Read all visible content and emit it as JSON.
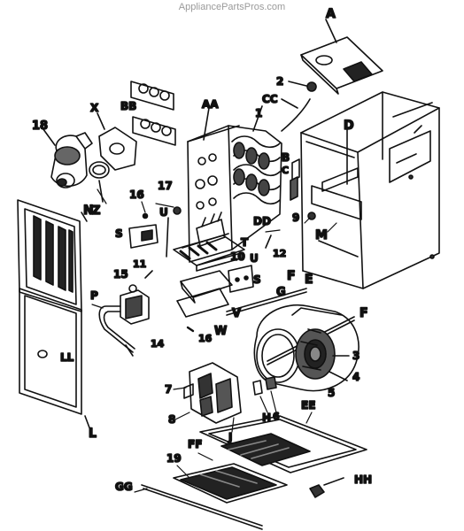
{
  "watermark": "AppliancePartsPros.com",
  "labels": {
    "A": "A",
    "2": "2",
    "CC": "CC",
    "AA": "AA",
    "BB": "BB",
    "X": "X",
    "18": "18",
    "Z": "Z",
    "1": "1",
    "D": "D",
    "B": "B",
    "C": "C",
    "16a": "16",
    "17": "17",
    "N": "N",
    "S1": "S",
    "U1": "U",
    "DD": "DD",
    "9": "9",
    "M": "M",
    "T": "T",
    "12": "12",
    "10": "10",
    "U2": "U",
    "11": "11",
    "15": "15",
    "P": "P",
    "S2": "S",
    "F1": "F",
    "G": "G",
    "E": "E",
    "F2": "F",
    "V": "V",
    "W": "W",
    "16b": "16",
    "14": "14",
    "LL": "LL",
    "L": "L",
    "3": "3",
    "4": "4",
    "5": "5",
    "7": "7",
    "H": "H",
    "6": "6",
    "8": "8",
    "J": "J",
    "EE": "EE",
    "FF": "FF",
    "19": "19",
    "HH": "HH",
    "GG": "GG"
  }
}
